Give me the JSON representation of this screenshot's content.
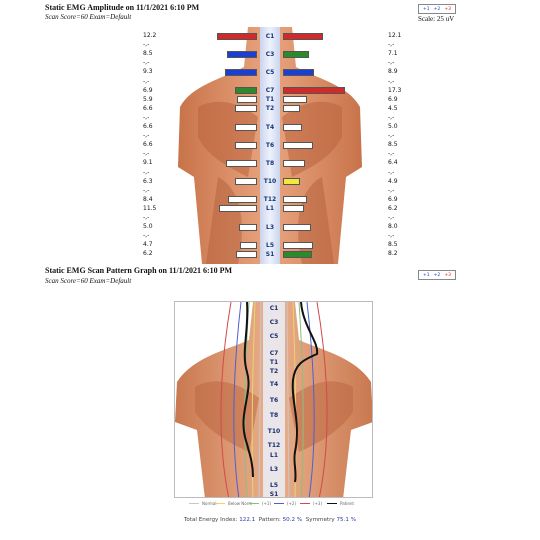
{
  "section1": {
    "title": "Static EMG Amplitude on 11/1/2021 6:10 PM",
    "subtitle": "Scan Score=60 Exam=Default",
    "scale": "Scale: 25 uV"
  },
  "legend": {
    "m1": "+1",
    "m2": "+2",
    "m3": "+3"
  },
  "levels": [
    {
      "label": "C1",
      "left": "12.2",
      "right": "12.1",
      "left_bar": 0.65,
      "right_bar": 0.65,
      "left_color": "#d12a2a",
      "right_color": "#d12a2a"
    },
    {
      "label": "",
      "left": "-,-",
      "right": "-,-"
    },
    {
      "label": "C3",
      "left": "8.5",
      "right": "7.1",
      "left_bar": 0.48,
      "right_bar": 0.42,
      "left_color": "#1b3fd3",
      "right_color": "#2b8a2b"
    },
    {
      "label": "",
      "left": "-,-",
      "right": "-,-"
    },
    {
      "label": "C5",
      "left": "9.3",
      "right": "8.9",
      "left_bar": 0.52,
      "right_bar": 0.5,
      "left_color": "#1b3fd3",
      "right_color": "#1b3fd3"
    },
    {
      "label": "",
      "left": "-,-",
      "right": "-,-"
    },
    {
      "label": "C7",
      "left": "6.9",
      "right": "17.3",
      "left_bar": 0.36,
      "right_bar": 1.0,
      "left_color": "#2b8a2b",
      "right_color": "#d12a2a"
    },
    {
      "label": "T1",
      "left": "5.9",
      "right": "6.9",
      "left_bar": 0.33,
      "right_bar": 0.38,
      "left_color": "#ffffff",
      "right_color": "#ffffff"
    },
    {
      "label": "T2",
      "left": "6.6",
      "right": "4.5",
      "left_bar": 0.36,
      "right_bar": 0.27,
      "left_color": "#ffffff",
      "right_color": "#ffffff"
    },
    {
      "label": "",
      "left": "-,-",
      "right": "-,-"
    },
    {
      "label": "T4",
      "left": "6.6",
      "right": "5.0",
      "left_bar": 0.36,
      "right_bar": 0.3,
      "left_color": "#ffffff",
      "right_color": "#ffffff"
    },
    {
      "label": "",
      "left": "-,-",
      "right": "-,-"
    },
    {
      "label": "T6",
      "left": "6.6",
      "right": "8.5",
      "left_bar": 0.36,
      "right_bar": 0.48,
      "left_color": "#ffffff",
      "right_color": "#ffffff"
    },
    {
      "label": "",
      "left": "-,-",
      "right": "-,-"
    },
    {
      "label": "T8",
      "left": "9.1",
      "right": "6.4",
      "left_bar": 0.5,
      "right_bar": 0.35,
      "left_color": "#ffffff",
      "right_color": "#ffffff"
    },
    {
      "label": "",
      "left": "-,-",
      "right": "-,-"
    },
    {
      "label": "T10",
      "left": "6.3",
      "right": "4.9",
      "left_bar": 0.35,
      "right_bar": 0.28,
      "left_color": "#ffffff",
      "right_color": "#f2e83a"
    },
    {
      "label": "",
      "left": "-,-",
      "right": "-,-"
    },
    {
      "label": "T12",
      "left": "8.4",
      "right": "6.9",
      "left_bar": 0.47,
      "right_bar": 0.38,
      "left_color": "#ffffff",
      "right_color": "#ffffff"
    },
    {
      "label": "L1",
      "left": "11.5",
      "right": "6.2",
      "left_bar": 0.62,
      "right_bar": 0.34,
      "left_color": "#ffffff",
      "right_color": "#ffffff"
    },
    {
      "label": "",
      "left": "-,-",
      "right": "-,-"
    },
    {
      "label": "L3",
      "left": "5.0",
      "right": "8.0",
      "left_bar": 0.29,
      "right_bar": 0.45,
      "left_color": "#ffffff",
      "right_color": "#ffffff"
    },
    {
      "label": "",
      "left": "-,-",
      "right": "-,-"
    },
    {
      "label": "L5",
      "left": "4.7",
      "right": "8.5",
      "left_bar": 0.27,
      "right_bar": 0.48,
      "left_color": "#ffffff",
      "right_color": "#ffffff"
    },
    {
      "label": "S1",
      "left": "6.2",
      "right": "8.2",
      "left_bar": 0.34,
      "right_bar": 0.46,
      "left_color": "#ffffff",
      "right_color": "#2b8a2b"
    }
  ],
  "section2": {
    "title": "Static EMG Scan Pattern Graph on 11/1/2021 6:10 PM",
    "subtitle": "Scan Score=60 Exam=Default",
    "labels": [
      "C1",
      "C3",
      "C5",
      "C7",
      "T1",
      "T2",
      "T4",
      "T6",
      "T8",
      "T10",
      "T12",
      "L1",
      "L3",
      "L5",
      "S1"
    ],
    "legend": [
      {
        "name": "Normal",
        "color": "#c8c8c8"
      },
      {
        "name": "Below Norm",
        "color": "#e9d66b"
      },
      {
        "name": "(+1)",
        "color": "#8bc07a"
      },
      {
        "name": "(+2)",
        "color": "#4d5fd1"
      },
      {
        "name": "(+3)",
        "color": "#d14a4a"
      },
      {
        "name": "Patient",
        "color": "#111111"
      }
    ]
  },
  "footer": {
    "tei_label": "Total Energy Index:",
    "tei": "122.1",
    "pattern_label": "Pattern:",
    "pattern": "50.2 %",
    "sym_label": "Symmetry",
    "sym": "75.1 %"
  }
}
